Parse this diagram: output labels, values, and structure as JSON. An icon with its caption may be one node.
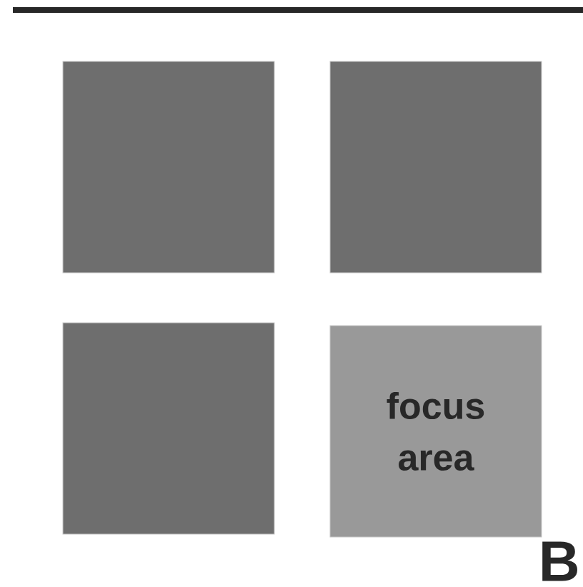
{
  "diagram": {
    "nodes": [
      {
        "text": [],
        "shape": "box"
      },
      {
        "text": [],
        "shape": "box"
      },
      {
        "text": [],
        "shape": "box"
      },
      {
        "text": [
          "focus area"
        ]
      }
    ],
    "labels": [
      "B"
    ]
  }
}
